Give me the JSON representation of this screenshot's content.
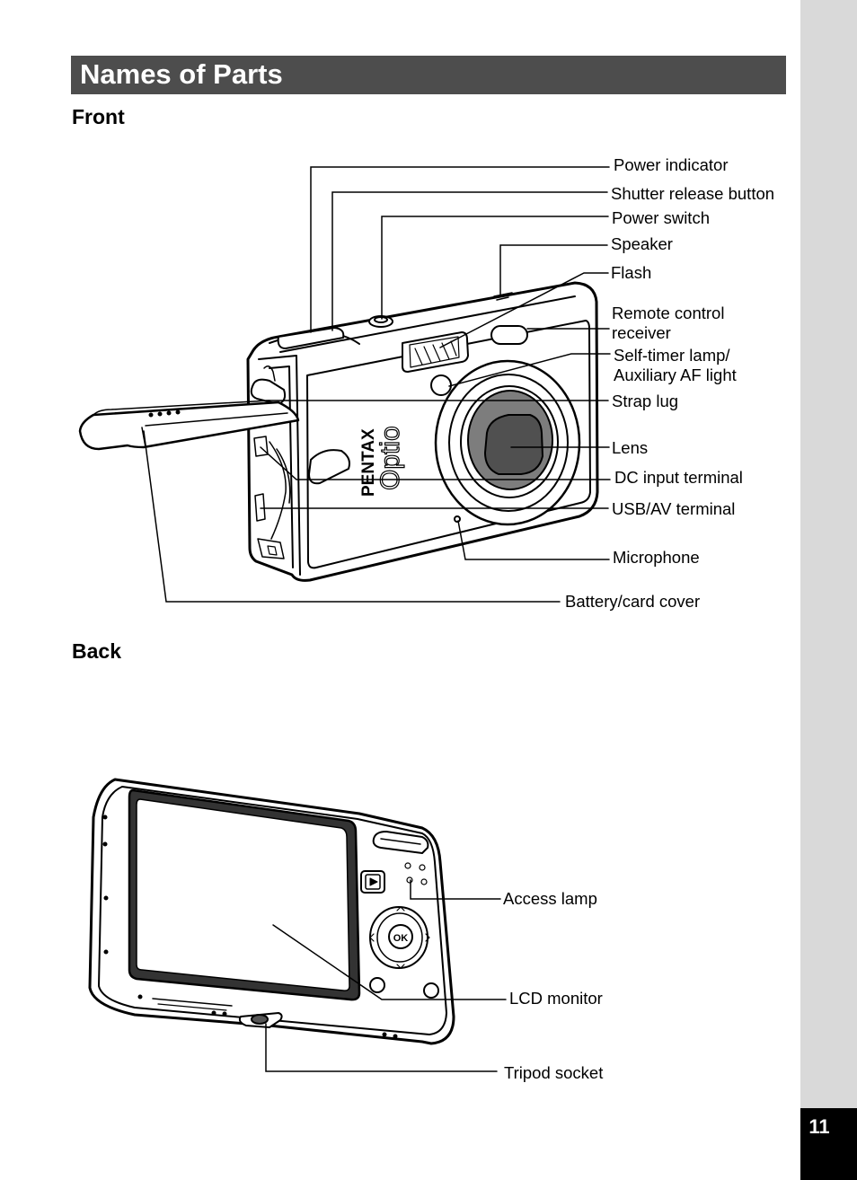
{
  "page": {
    "title": "Names of Parts",
    "number": "11"
  },
  "front": {
    "heading": "Front",
    "brand_text": "PENTAX",
    "model_text": "Optio",
    "labels": {
      "power_indicator": "Power indicator",
      "shutter_release_button": "Shutter release button",
      "power_switch": "Power switch",
      "speaker": "Speaker",
      "flash": "Flash",
      "remote_control_1": "Remote control",
      "remote_control_2": "receiver",
      "self_timer_1": "Self-timer lamp/",
      "self_timer_2": "Auxiliary AF light",
      "strap_lug": "Strap lug",
      "lens": "Lens",
      "dc_input": "DC input terminal",
      "usb_av": "USB/AV terminal",
      "microphone": "Microphone",
      "battery_cover": "Battery/card cover"
    }
  },
  "back": {
    "heading": "Back",
    "ok_text": "OK",
    "labels": {
      "access_lamp": "Access lamp",
      "lcd_monitor": "LCD monitor",
      "tripod_socket": "Tripod socket"
    }
  }
}
